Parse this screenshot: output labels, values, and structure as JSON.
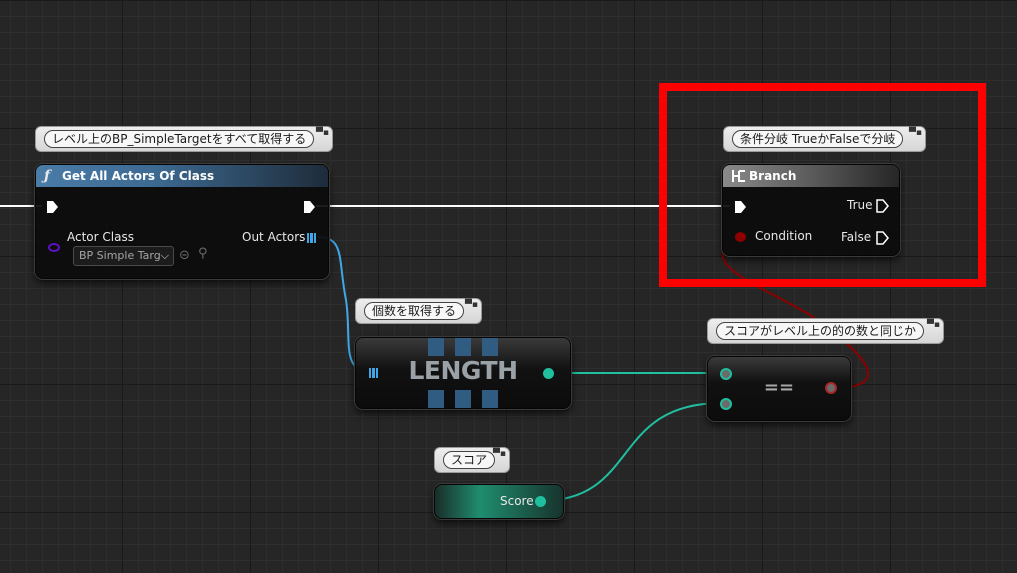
{
  "comments": {
    "get_all_actors": "レベル上のBP_SimpleTargetをすべて取得する",
    "branch": "条件分岐 TrueかFalseで分岐",
    "length": "個数を取得する",
    "equals": "スコアがレベル上の的の数と同じか",
    "score": "スコア",
    "pin_glyph": "▀▪"
  },
  "get_all_actors_node": {
    "title": "Get All Actors Of Class",
    "icon": "function-icon",
    "icon_glyph": "ƒ",
    "actor_class_label": "Actor Class",
    "actor_class_value": "BP Simple Targ",
    "out_actors_label": "Out Actors"
  },
  "branch_node": {
    "title": "Branch",
    "icon": "branch-icon",
    "condition_label": "Condition",
    "true_label": "True",
    "false_label": "False"
  },
  "length_node": {
    "label": "LENGTH"
  },
  "equals_node": {
    "label": "=="
  },
  "score_node": {
    "label": "Score"
  },
  "colors": {
    "exec_wire": "#ffffff",
    "array_wire": "#3fa7e8",
    "int_wire": "#1fbf9f",
    "bool_wire": "#8c0000",
    "class_pin": "#5f11c4",
    "highlight_box": "#ff0000"
  }
}
